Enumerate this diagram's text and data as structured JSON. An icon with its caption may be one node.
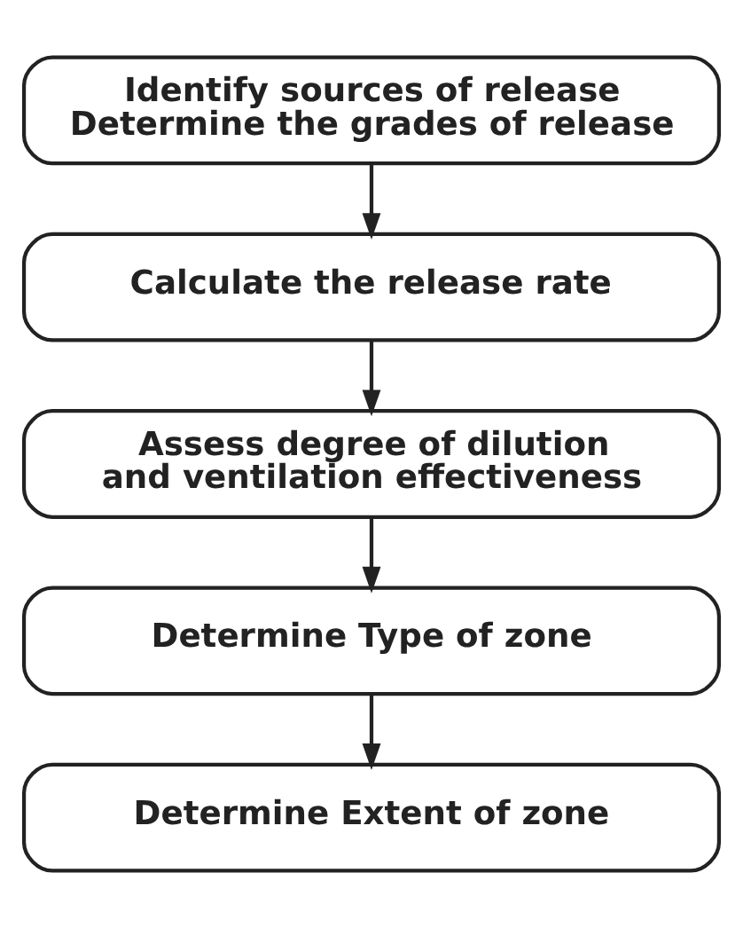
{
  "diagram": {
    "nodes": [
      {
        "text": [
          "Identify sources of release",
          "Determine the grades of release"
        ]
      },
      {
        "text": [
          "Calculate the release rate"
        ]
      },
      {
        "text": [
          "Assess degree of dilution and ventilation effectiveness"
        ]
      },
      {
        "text": [
          "Determine Type of zone"
        ]
      },
      {
        "text": [
          "Determine Extent of zone"
        ]
      }
    ],
    "edges": [
      {
        "from": 0,
        "to": 1,
        "arrow": "to"
      },
      {
        "from": 1,
        "to": 2,
        "arrow": "to"
      },
      {
        "from": 2,
        "to": 3,
        "arrow": "to"
      },
      {
        "from": 3,
        "to": 4,
        "arrow": "to"
      }
    ]
  }
}
